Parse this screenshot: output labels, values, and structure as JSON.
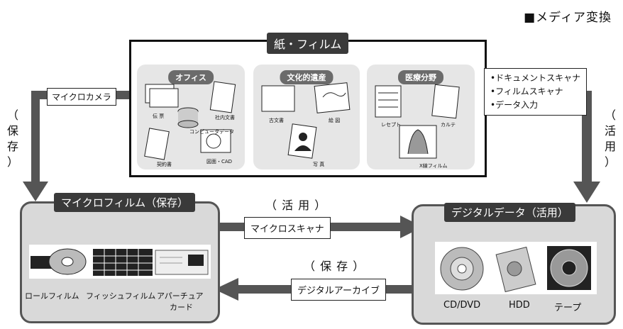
{
  "header": {
    "title": "■メディア変換"
  },
  "center": {
    "title": "紙・フィルム",
    "groups": [
      {
        "title": "オフィス",
        "items": [
          "伝 票",
          "社内文書",
          "コンピュータデータ",
          "契約書",
          "図面・CAD"
        ]
      },
      {
        "title": "文化的遺産",
        "items": [
          "古文書",
          "絵 図",
          "写 真"
        ]
      },
      {
        "title": "医療分野",
        "items": [
          "レセプト",
          "カルテ",
          "X線フィルム"
        ]
      }
    ]
  },
  "left_arrow": {
    "label": "マイクロカメラ",
    "vertical": [
      "（",
      "保",
      "存",
      "）"
    ]
  },
  "right_arrow": {
    "items": [
      "•ドキュメントスキャナ",
      "•フィルムスキャナ",
      "•データ入力"
    ],
    "vertical": [
      "（",
      "活",
      "用",
      "）"
    ]
  },
  "micro": {
    "title": "マイクロフィルム（保存）",
    "captions": [
      "ロールフィルム",
      "フィッシュフィルム",
      "アパーチュア",
      "カード"
    ]
  },
  "digital": {
    "title": "デジタルデータ（活用）",
    "captions": [
      "CD/DVD",
      "HDD",
      "テープ"
    ]
  },
  "flow_top": {
    "label": "（ 活 用 ）",
    "box": "マイクロスキャナ"
  },
  "flow_bottom": {
    "label": "（ 保 存 ）",
    "box": "デジタルアーカイブ"
  },
  "colors": {
    "arrow": "#555555",
    "panel_bg": "#e6e6e6",
    "box_bg": "#d9d9d9",
    "title_bg": "#3a3a3a"
  }
}
